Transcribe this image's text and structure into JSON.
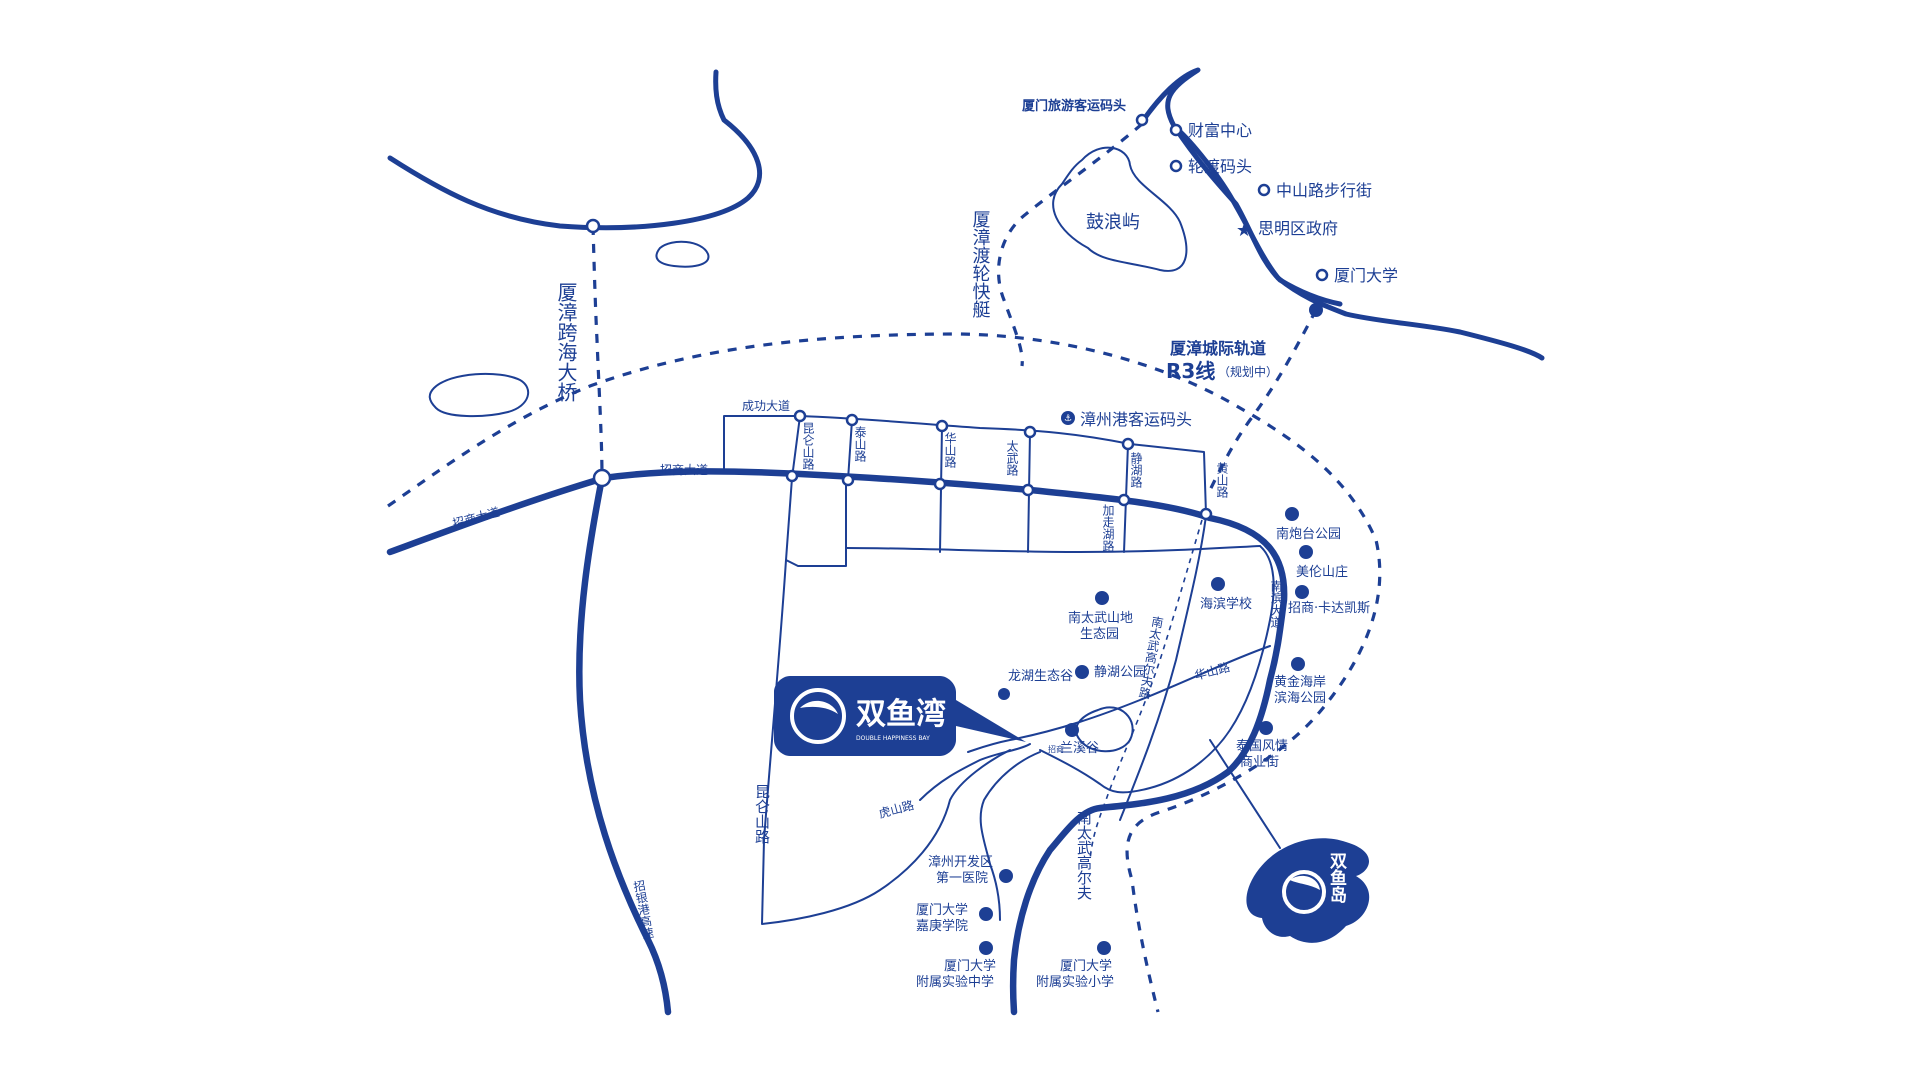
{
  "roads": {
    "xiazhang_bridge": "厦漳跨海大桥",
    "ferry": "厦漳渡轮快艇",
    "zhaoshang_west": "招商大道",
    "zhaoshang_east": "招商大道",
    "chenggong": "成功大道",
    "kunlun_north": "昆仑山路",
    "taishan": "泰山路",
    "huashan": "华山路",
    "taiwu": "太武路",
    "jinghu": "静湖路",
    "huangshan": "黄山路",
    "jiazou": "加走湖路",
    "nanbin": "南滨大道",
    "huashan2": "华山路",
    "hushan": "虎山路",
    "kunlun_south": "昆仑山路",
    "nantaiwu_golf": "南太武高尔夫",
    "tai_small": "南太武高尔夫路",
    "highway": "招银港高速"
  },
  "rail": {
    "name": "厦漳城际轨道",
    "line": "R3线",
    "status": "（规划中）"
  },
  "xiamen": {
    "terminal": "厦门旅游客运码头",
    "gulangyu": "鼓浪屿",
    "caifu": "财富中心",
    "lundu": "轮渡码头",
    "zhongshan": "中山路步行街",
    "siming": "思明区政府",
    "xmu": "厦门大学"
  },
  "pois": {
    "zhangzhou_port": "漳州港客运码头",
    "nanpaotai": "南炮台公园",
    "meilun": "美伦山庄",
    "haibin_school": "海滨学校",
    "kadakaisi": "招商·卡达凯斯",
    "nantaiwu_park_1": "南太武山地",
    "nantaiwu_park_2": "生态园",
    "longhu": "龙湖生态谷",
    "jinghu_park": "静湖公园",
    "huangjin_1": "黄金海岸",
    "huangjin_2": "滨海公园",
    "taiguo_1": "泰国风情",
    "taiguo_2": "商业街",
    "lanxigu_prefix": "招商",
    "lanxigu": "兰溪谷",
    "hospital_1": "漳州开发区",
    "hospital_2": "第一医院",
    "jiageng_1": "厦门大学",
    "jiageng_2": "嘉庚学院",
    "middle_1": "厦门大学",
    "middle_2": "附属实验中学",
    "primary_1": "厦门大学",
    "primary_2": "附属实验小学"
  },
  "project": {
    "name": "双鱼湾",
    "en": "DOUBLE HAPPINESS BAY",
    "island": "双鱼岛"
  },
  "colors": {
    "primary": "#1d3f94",
    "background": "#ffffff"
  },
  "icons": [
    "anchor-icon",
    "tree-icon",
    "school-icon",
    "hospital-icon",
    "mall-icon",
    "hotel-icon",
    "star-icon",
    "station-circle-icon"
  ]
}
